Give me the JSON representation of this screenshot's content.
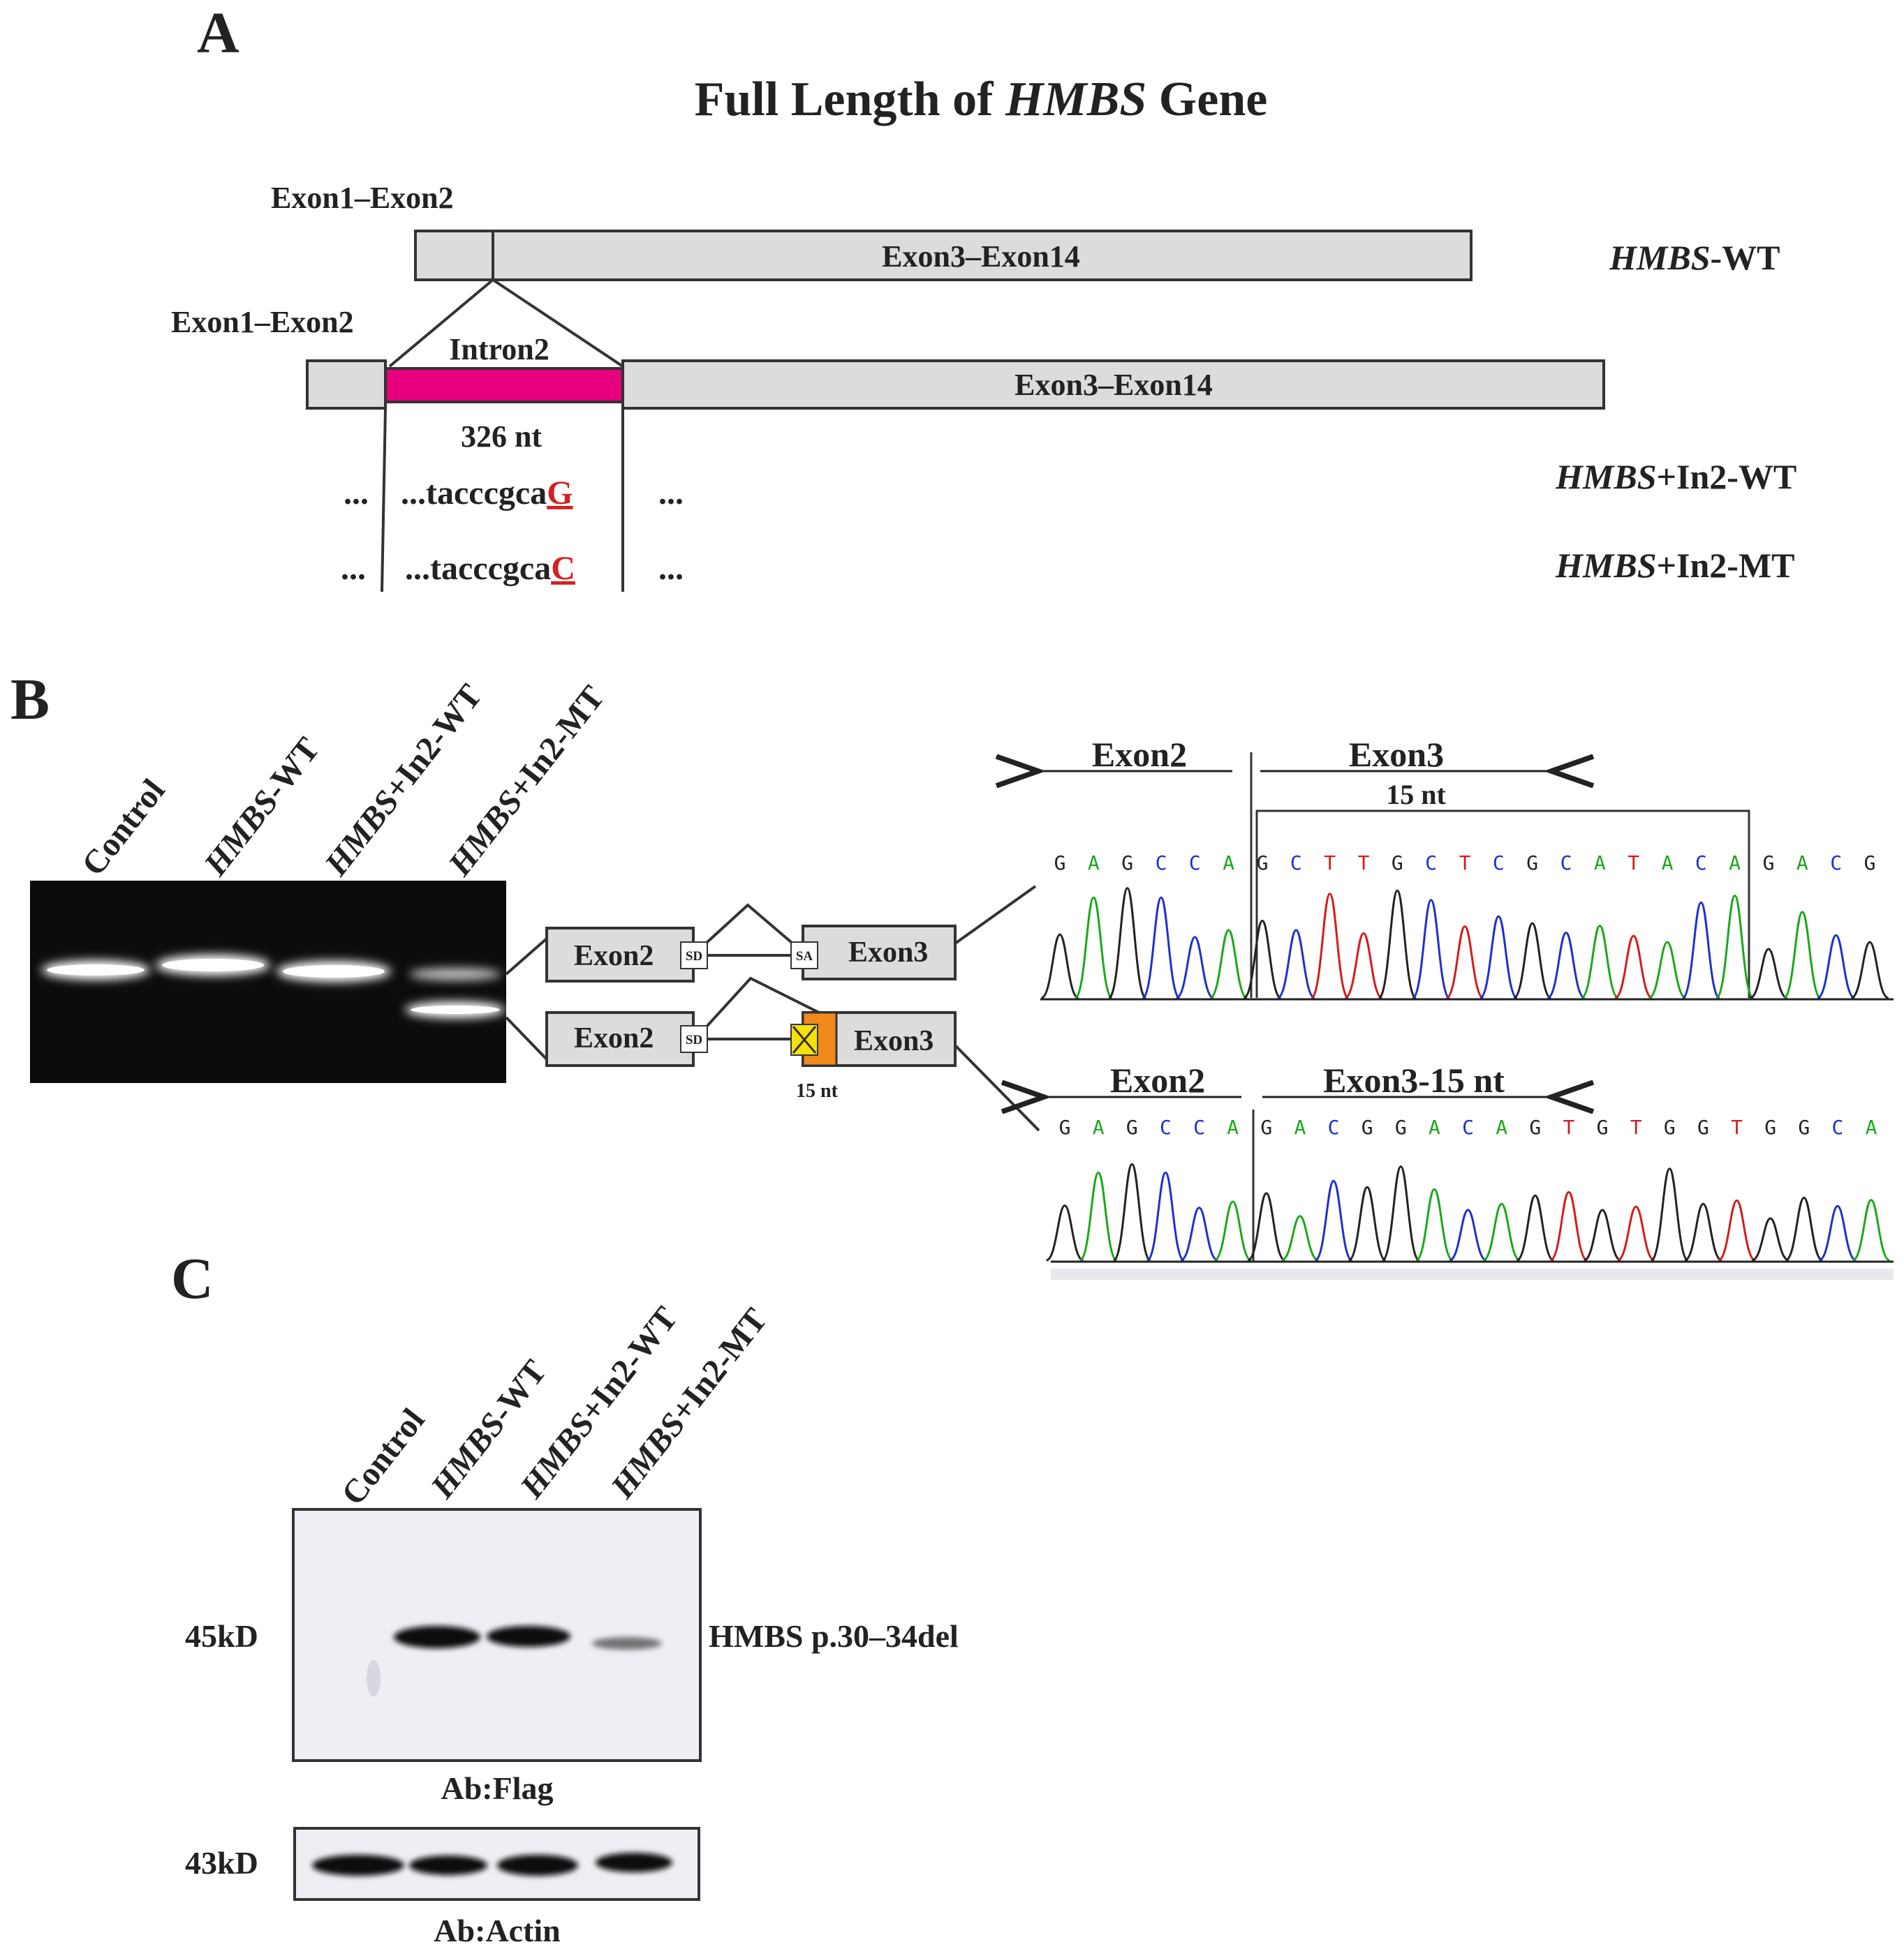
{
  "panel_a": {
    "label": "A",
    "title_prefix": "Full Length of ",
    "title_gene": "HMBS",
    "title_suffix": " Gene",
    "wt_ex12_label": "Exon1–Exon2",
    "wt_ex314_label": "Exon3–Exon14",
    "wt_construct_gene": "HMBS",
    "wt_construct_suffix": "-WT",
    "in2_ex12_label": "Exon1–Exon2",
    "intron_label": "Intron2",
    "intron_length": "326 nt",
    "in2_ex314_label": "Exon3–Exon14",
    "seq_wt_dots_left": "...",
    "seq_wt_prefix": "...tacccgca",
    "seq_wt_base": "G",
    "seq_wt_dots_right": "...",
    "seq_mt_dots_left": "...",
    "seq_mt_prefix": "...tacccgca",
    "seq_mt_base": "C",
    "seq_mt_dots_right": "...",
    "in2_wt_gene": "HMBS",
    "in2_wt_suffix": "+In2-WT",
    "in2_mt_gene": "HMBS",
    "in2_mt_suffix": "+In2-MT",
    "colors": {
      "intron": "#e6007e",
      "exon_fill": "#dcdcdc",
      "mutation": "#d42020"
    }
  },
  "panel_b": {
    "label": "B",
    "lanes": [
      {
        "gene": "",
        "suffix": "Control"
      },
      {
        "gene": "HMBS",
        "suffix": "-WT"
      },
      {
        "gene": "HMBS",
        "suffix": "+In2-WT"
      },
      {
        "gene": "HMBS",
        "suffix": "+In2-MT"
      }
    ],
    "splice_top": {
      "exon2": "Exon2",
      "sd": "SD",
      "sa": "SA",
      "exon3": "Exon3"
    },
    "splice_bottom": {
      "exon2": "Exon2",
      "sd": "SD",
      "exon3": "Exon3",
      "nt_label": "15 nt"
    },
    "chrom_top": {
      "exon2": "Exon2",
      "exon3": "Exon3",
      "nt_label": "15 nt",
      "bases": [
        "G",
        "A",
        "G",
        "C",
        "C",
        "A",
        "G",
        "C",
        "T",
        "T",
        "G",
        "C",
        "T",
        "C",
        "G",
        "C",
        "A",
        "T",
        "A",
        "C",
        "A",
        "G",
        "A",
        "C",
        "G"
      ]
    },
    "chrom_bottom": {
      "exon2": "Exon2",
      "exon3": "Exon3-15 nt",
      "bases": [
        "G",
        "A",
        "G",
        "C",
        "C",
        "A",
        "G",
        "A",
        "C",
        "G",
        "G",
        "A",
        "C",
        "A",
        "G",
        "T",
        "G",
        "T",
        "G",
        "G",
        "T",
        "G",
        "G",
        "C",
        "A"
      ]
    },
    "base_colors": {
      "A": "#1aa81a",
      "C": "#1f2fd0",
      "G": "#222222",
      "T": "#d41c1c"
    },
    "colors": {
      "skip_square": "#f5e10a",
      "skip_orange": "#f08a1c"
    }
  },
  "panel_c": {
    "label": "C",
    "lanes": [
      {
        "gene": "",
        "suffix": "Control"
      },
      {
        "gene": "HMBS",
        "suffix": "-WT"
      },
      {
        "gene": "HMBS",
        "suffix": "+In2-WT"
      },
      {
        "gene": "HMBS",
        "suffix": "+In2-MT"
      }
    ],
    "flag_mw": "45kD",
    "flag_band_label": "HMBS p.30–34del",
    "flag_ab": "Ab:Flag",
    "actin_mw": "43kD",
    "actin_ab": "Ab:Actin"
  }
}
